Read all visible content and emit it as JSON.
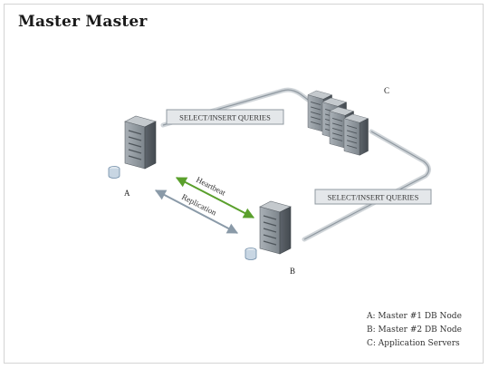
{
  "title": "Master Master",
  "nodes": {
    "a_label": "A",
    "b_label": "B",
    "c_label": "C"
  },
  "connections": {
    "query_label_left": "SELECT/INSERT QUERIES",
    "query_label_right": "SELECT/INSERT QUERIES",
    "heartbeat_label": "Heartbeat",
    "replication_label": "Replication",
    "heartbeat_color": "#5aa02c",
    "replication_color": "#8a9aa8"
  },
  "legend": {
    "items": [
      "A: Master #1 DB Node",
      "B: Master #2 DB Node",
      "C: Application Servers"
    ]
  },
  "colors": {
    "server_front": "#8c949b",
    "server_side": "#5f666d",
    "server_top": "#bcc2c7",
    "pipe": "#9aa3ab",
    "label_bg": "#e6e9eb"
  }
}
